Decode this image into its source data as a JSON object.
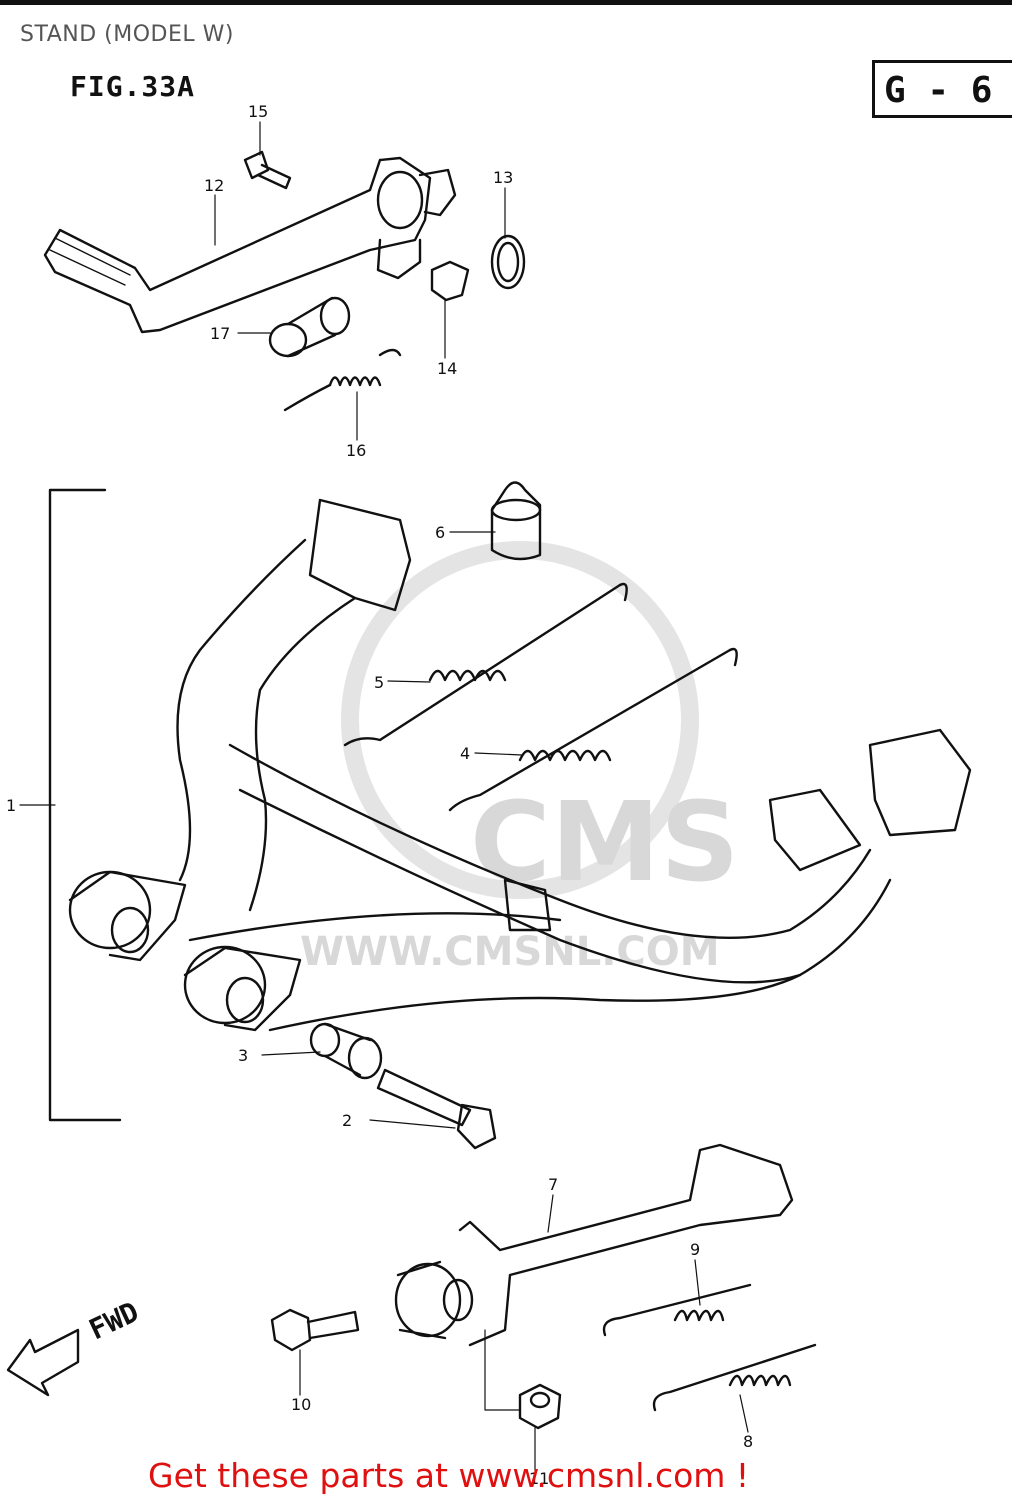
{
  "page": {
    "title": "STAND (MODEL W)"
  },
  "figure": {
    "label": "FIG.33A",
    "section_code": "G - 6"
  },
  "watermark": {
    "brand": "CMS",
    "url": "WWW.CMSNL.COM"
  },
  "direction": {
    "label": "FWD"
  },
  "callouts": {
    "c1": "1",
    "c2": "2",
    "c3": "3",
    "c4": "4",
    "c5": "5",
    "c6": "6",
    "c7": "7",
    "c8": "8",
    "c9": "9",
    "c10": "10",
    "c11": "11",
    "c12": "12",
    "c13": "13",
    "c14": "14",
    "c15": "15",
    "c16": "16",
    "c17": "17"
  },
  "footer": {
    "text": "Get these parts at www.cmsnl.com !"
  }
}
